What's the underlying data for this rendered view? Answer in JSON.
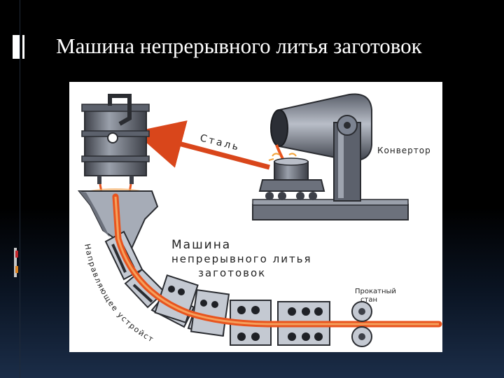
{
  "slide": {
    "title": "Машина непрерывного литья заготовок"
  },
  "diagram": {
    "labels": {
      "steel": "Сталь",
      "converter": "Конвертор",
      "machine_line1": "Машина",
      "machine_line2": "непрерывного литья",
      "machine_line3": "заготовок",
      "guide": "Направляющее устройство",
      "rolling_mill_line1": "Прокатный",
      "rolling_mill_line2": "стан"
    },
    "colors": {
      "steel_stream": "#e8541e",
      "arrow": "#d9461b",
      "metal_dark": "#3d4048",
      "metal_mid": "#7c8391",
      "metal_light": "#c4c9d2"
    }
  }
}
